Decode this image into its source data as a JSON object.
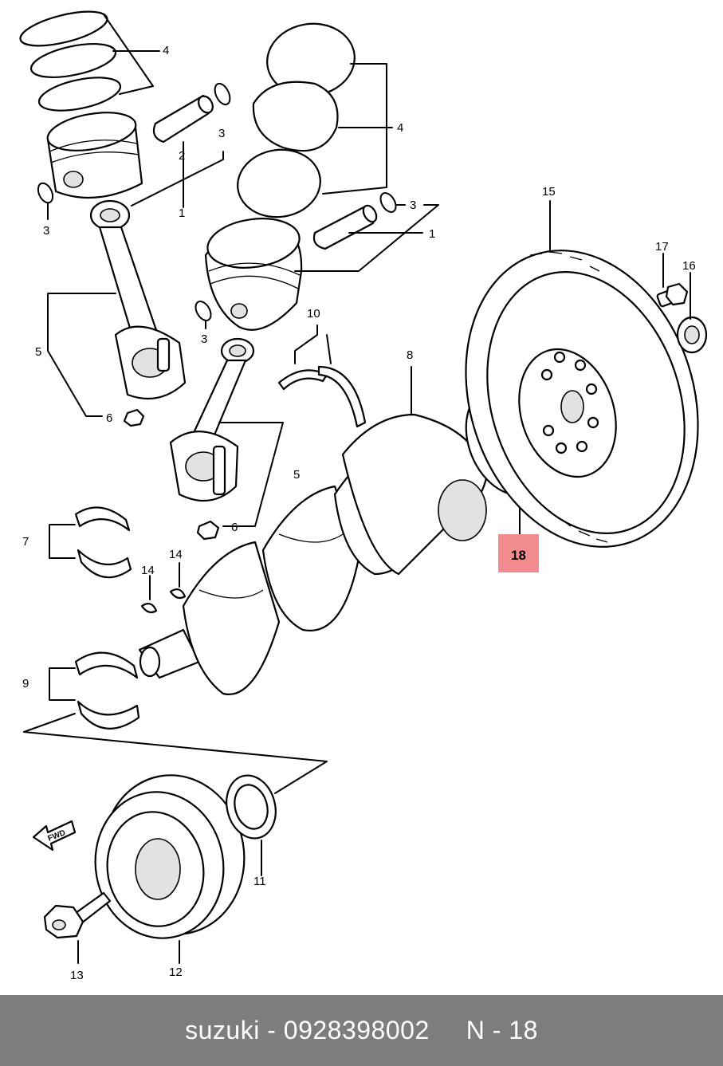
{
  "callouts": {
    "c1a": "1",
    "c1b": "1",
    "c2": "2",
    "c3a": "3",
    "c3b": "3",
    "c3c": "3",
    "c3d": "3",
    "c4a": "4",
    "c4b": "4",
    "c5a": "5",
    "c5b": "5",
    "c6a": "6",
    "c6b": "6",
    "c7": "7",
    "c8": "8",
    "c9": "9",
    "c10": "10",
    "c11": "11",
    "c12": "12",
    "c13": "13",
    "c14a": "14",
    "c14b": "14",
    "c15": "15",
    "c16": "16",
    "c17": "17",
    "c18": "18"
  },
  "fwd_label": "FWD",
  "highlight_color": "#f28b8f",
  "footer": {
    "brand": "suzuki",
    "separator": "-",
    "part_number": "0928398002",
    "diagram_ref": "N - 18"
  }
}
